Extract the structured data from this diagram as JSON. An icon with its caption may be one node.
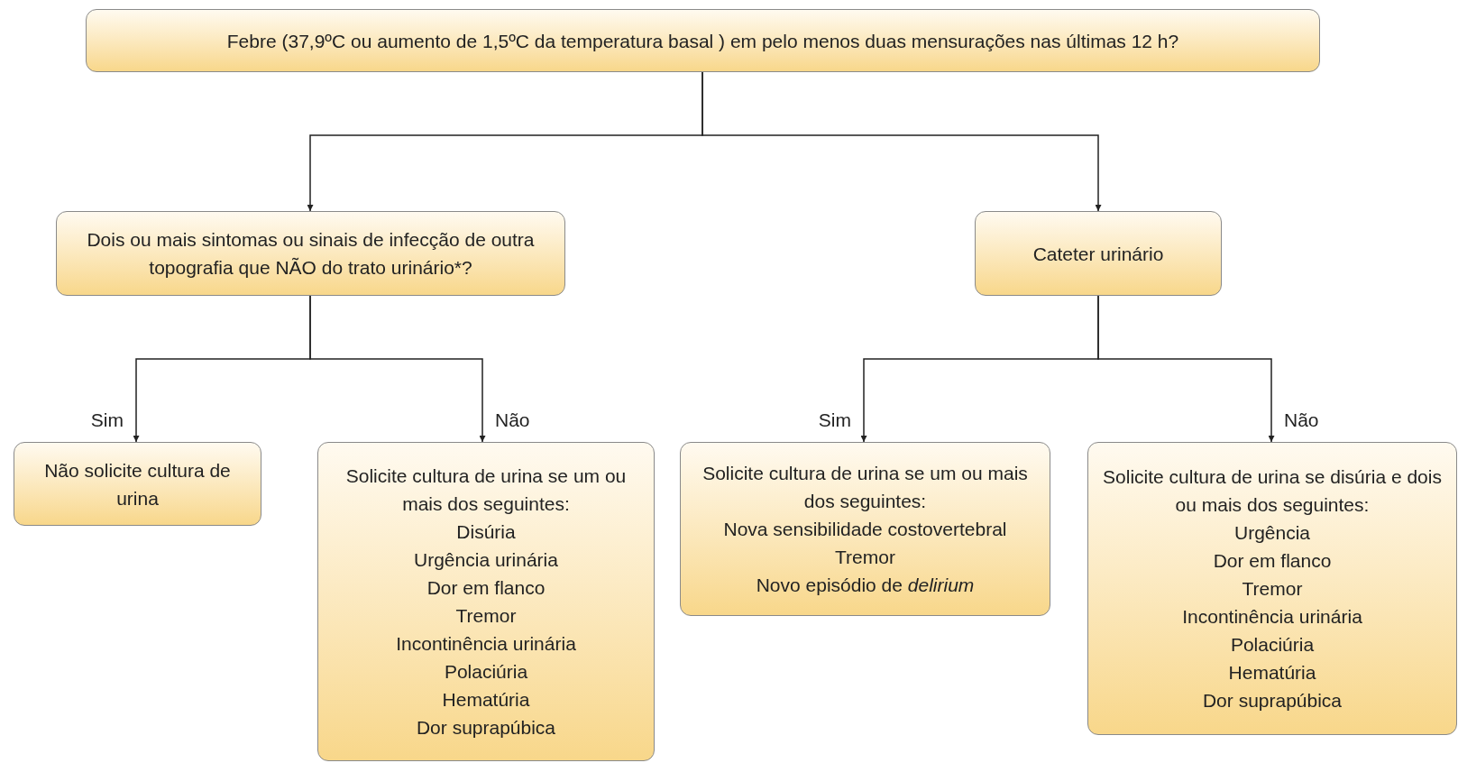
{
  "diagram": {
    "nodes": [
      {
        "text": [
          "Febre (37,9ºC ou aumento de 1,5ºC da temperatura basal ) em pelo menos duas mensurações nas últimas 12 h?"
        ]
      },
      {
        "text": [
          "Dois ou mais sintomas ou sinais de infecção de outra topografia que NÃO do trato urinário*?"
        ]
      },
      {
        "text": [
          "Cateter urinário"
        ]
      },
      {
        "text": [
          "Não solicite cultura de urina"
        ]
      },
      {
        "text": [
          "Solicite cultura de urina se um ou mais dos seguintes:",
          "Disúria",
          "Urgência urinária",
          "Dor em flanco",
          "Tremor",
          "Incontinência urinária",
          "Polaciúria",
          "Hematúria",
          "Dor suprapúbica"
        ]
      },
      {
        "text": [
          "Solicite cultura de urina se um ou mais dos seguintes:",
          "Nova sensibilidade costovertebral",
          "Tremor",
          "Novo episódio de *delirium*"
        ]
      },
      {
        "text": [
          "Solicite cultura de urina se disúria e dois ou mais dos seguintes:",
          "Urgência",
          "Dor em flanco",
          "Tremor",
          "Incontinência urinária",
          "Polaciúria",
          "Hematúria",
          "Dor suprapúbica"
        ]
      }
    ],
    "edges": [
      {
        "from": 0,
        "to": 1,
        "arrow": "to"
      },
      {
        "from": 0,
        "to": 2,
        "arrow": "to"
      },
      {
        "from": 1,
        "to": 3,
        "arrow": "to",
        "label": "Sim"
      },
      {
        "from": 1,
        "to": 4,
        "arrow": "to",
        "label": "Não"
      },
      {
        "from": 2,
        "to": 5,
        "arrow": "to",
        "label": "Sim"
      },
      {
        "from": 2,
        "to": 6,
        "arrow": "to",
        "label": "Não"
      }
    ]
  }
}
